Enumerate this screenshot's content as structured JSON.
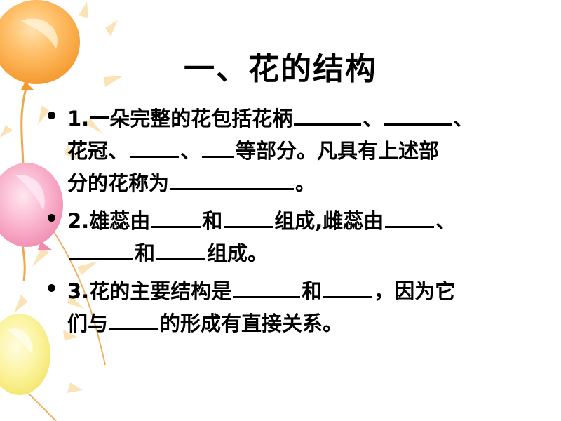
{
  "slide": {
    "title": "一、花的结构",
    "items": [
      {
        "number": "1.",
        "parts": [
          "一朵完整的花包括花柄",
          "、",
          "、",
          "花冠、",
          "、",
          "等部分。凡具有上述部",
          "分的花称为",
          "。"
        ]
      },
      {
        "number": "2.",
        "parts": [
          "雄蕊由",
          "和",
          "组成,雌蕊由",
          "、",
          "和",
          "组成。"
        ]
      },
      {
        "number": "3.",
        "parts": [
          "花的主要结构是",
          "和",
          "，因为它",
          "们与",
          "的形成有直接关系。"
        ]
      }
    ]
  },
  "colors": {
    "balloon_orange": "#f7a84a",
    "balloon_pink": "#f7a8c4",
    "balloon_yellow": "#f8f08a",
    "string": "#e8a040",
    "text": "#000000"
  }
}
